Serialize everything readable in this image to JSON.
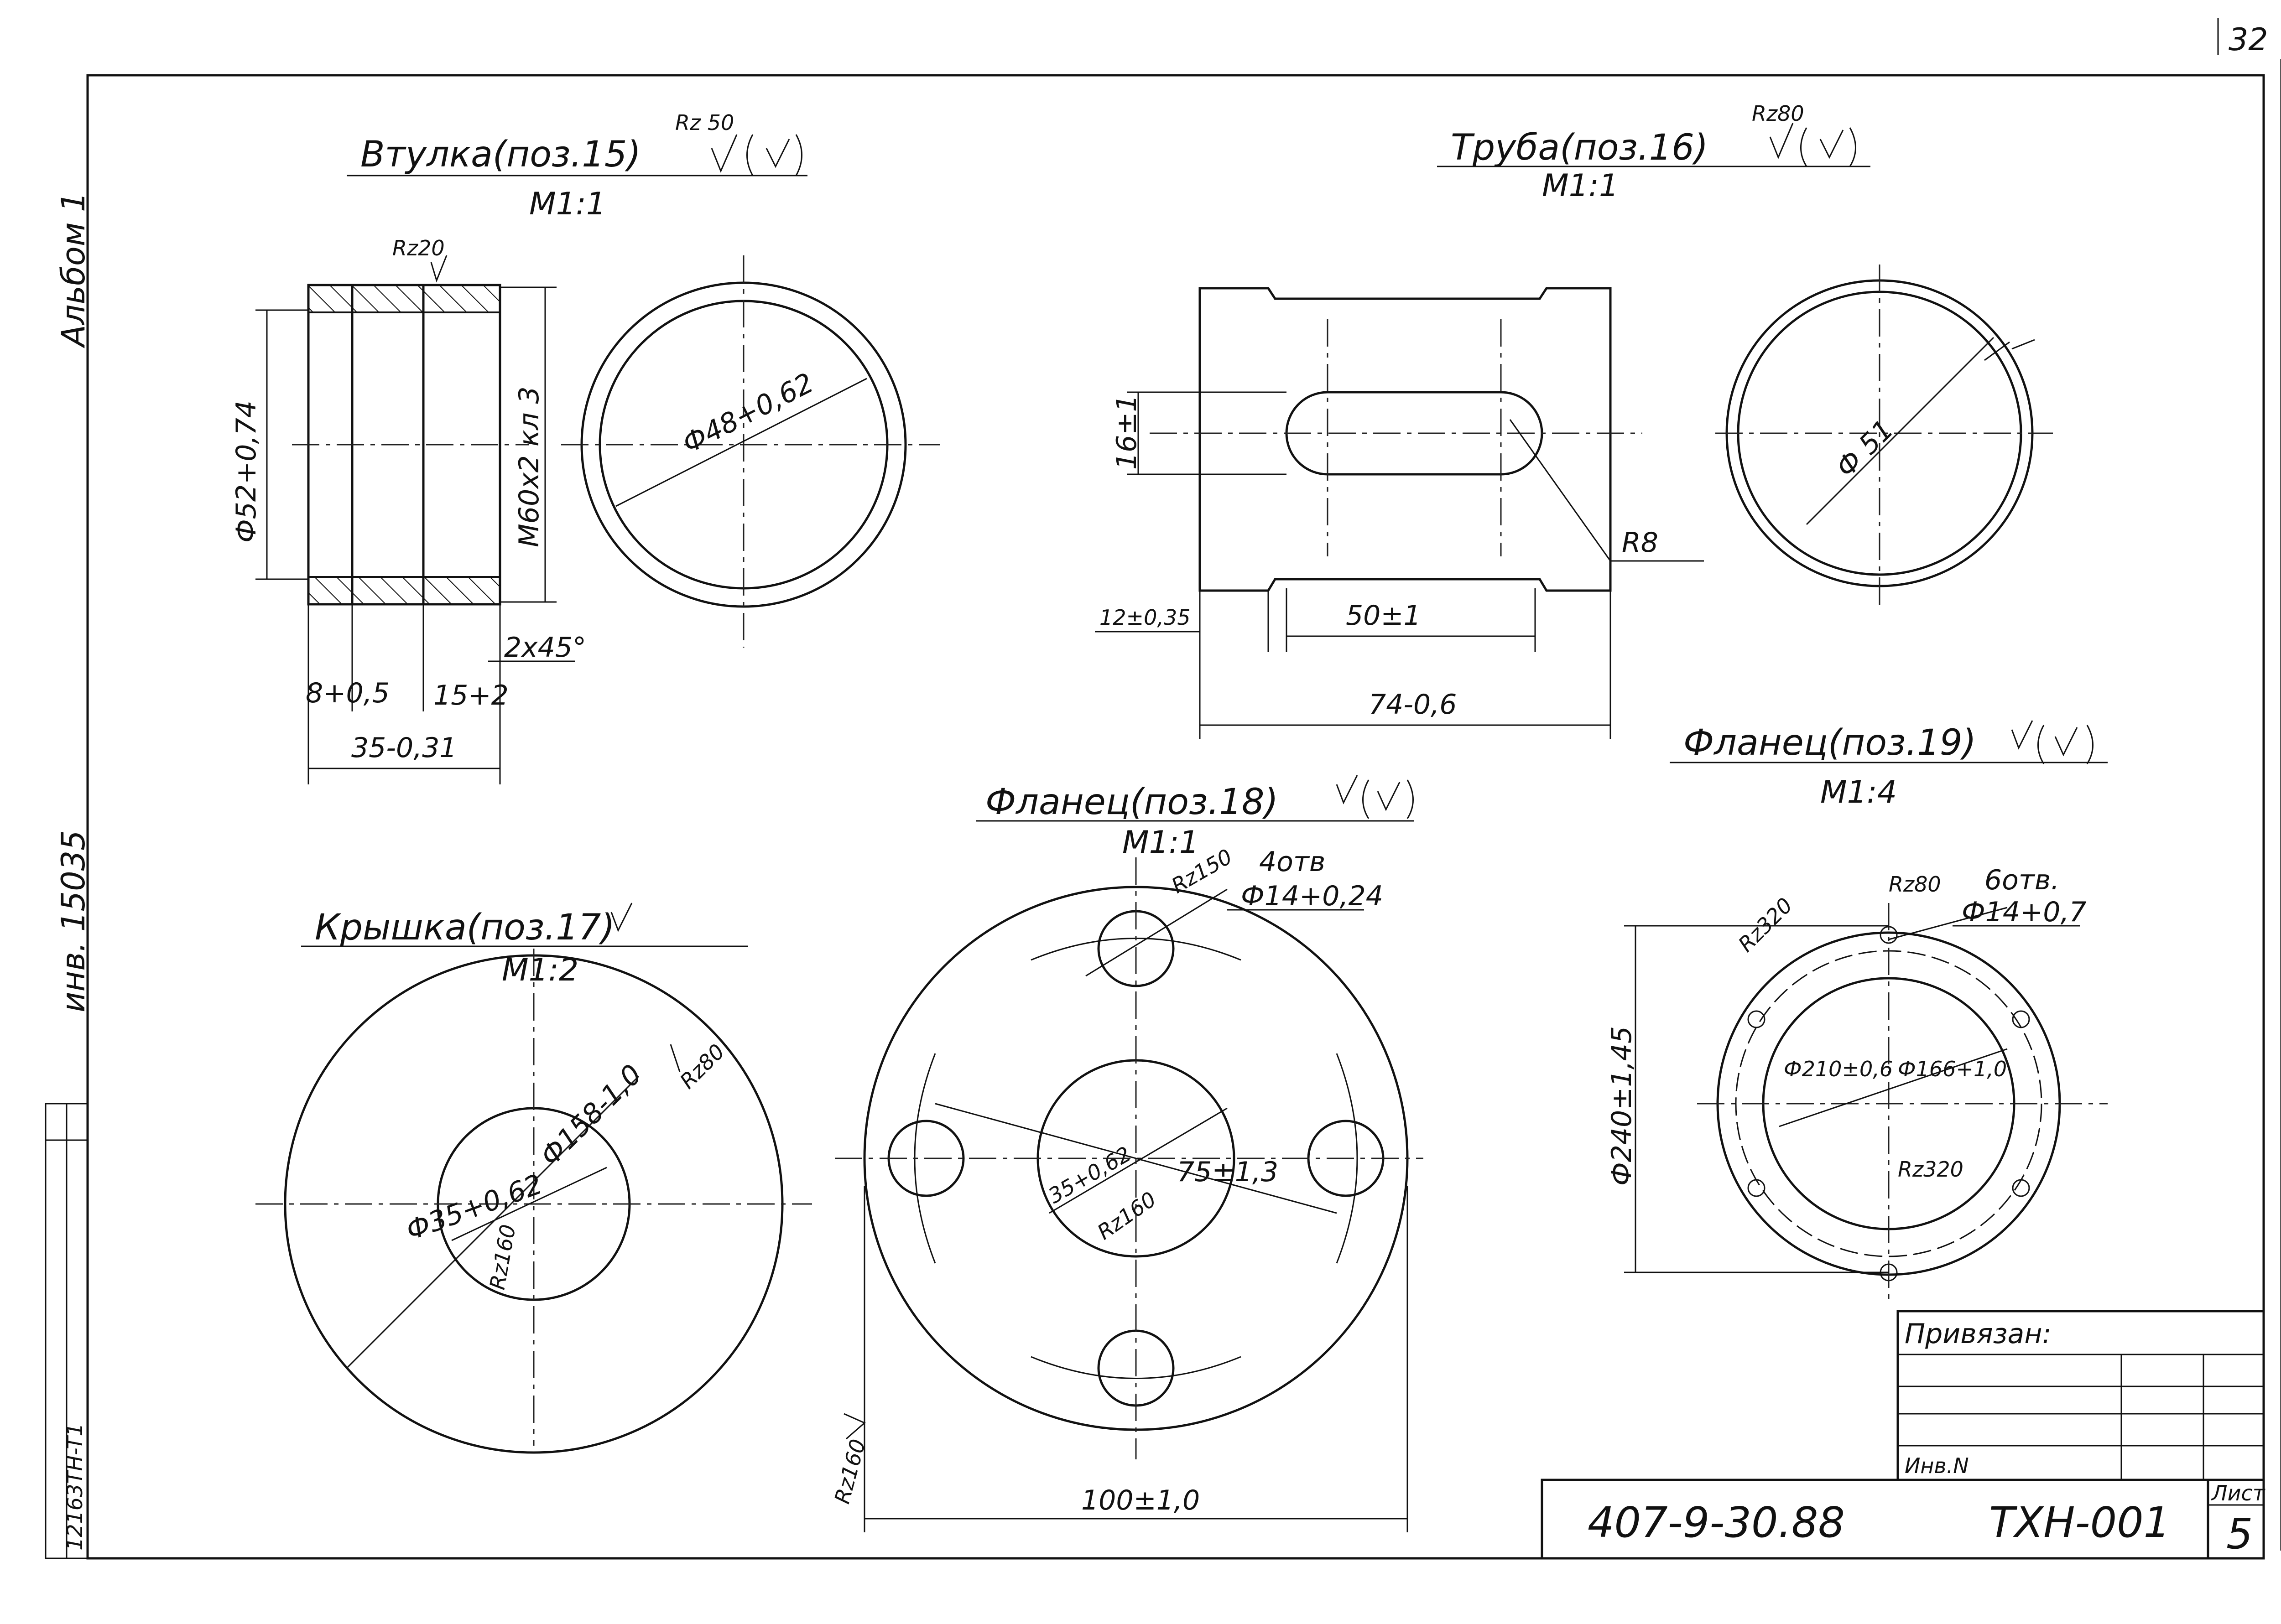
{
  "sheet_corner_number": "32",
  "margin": {
    "album": "Альбом 1",
    "inventory": "инв. 15035",
    "stamp_code": "12163TH-T1"
  },
  "parts": {
    "bushing": {
      "title": "Втулка(поз.15)",
      "roughness": "Rz 50",
      "scale": "M1:1",
      "surface_mark": "Rz20",
      "dia_outer": "Ф52+0,74",
      "thread": "M60x2 кл 3",
      "dia_bore": "Ф48+0,62",
      "chamfer": "2x45°",
      "dim_a": "8+0,5",
      "dim_b": "15+2",
      "length": "35-0,31"
    },
    "pipe": {
      "title": "Труба(поз.16)",
      "roughness": "Rz80",
      "scale": "M1:1",
      "slot_width": "16±1",
      "radius": "R8",
      "edge": "12±0,35",
      "slot_length": "50±1",
      "length": "74-0,6",
      "dia": "Ф 51"
    },
    "cover": {
      "title": "Крышка(поз.17)",
      "scale": "M1:2",
      "roughness": "Rz80",
      "dia_outer": "Ф158-1,0",
      "dia_inner": "Ф35+0,62",
      "surface_mark": "Rz160"
    },
    "flange18": {
      "title": "Фланец(поз.18)",
      "scale": "M1:1",
      "holes": "4отв",
      "hole_dia": "Ф14+0,24",
      "roughness_hole": "Rz150",
      "dia_center": "35+0,62",
      "pitch": "75±1,3",
      "surface_mark": "Rz160",
      "roughness_side": "Rz160",
      "width": "100±1,0"
    },
    "flange19": {
      "title": "Фланец(поз.19)",
      "scale": "M1:4",
      "holes": "6отв.",
      "hole_dia": "Ф14+0,7",
      "roughness_a": "Rz320",
      "roughness_b": "Rz80",
      "dia_pitch": "Ф210±0,6",
      "dia_inner": "Ф166+1,0",
      "roughness_c": "Rz320",
      "dia_outer": "Ф240±1,45"
    }
  },
  "title_block": {
    "bound_label": "Привязан:",
    "inv_label": "Инв.N",
    "doc_number": "407-9-30.88",
    "code": "ТХН-001",
    "sheet_label": "Лист",
    "sheet_number": "5"
  }
}
